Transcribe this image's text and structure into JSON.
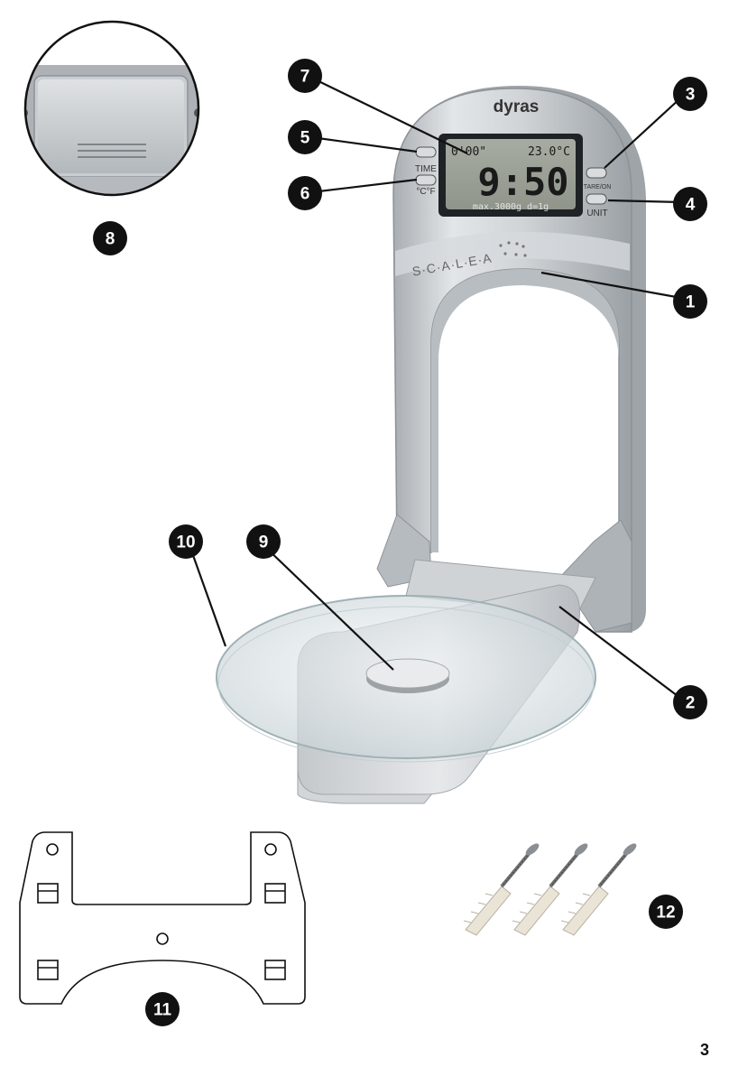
{
  "scale": {
    "brand": "dyras",
    "model": "S·C·A·L·E·A",
    "lcd": {
      "timer": "0'00\"",
      "temperature": "23.0°C",
      "main": "9:50",
      "info": "max.3000g  d=1g"
    },
    "buttons": {
      "time": "TIME",
      "temp_unit": "°C°F",
      "tare": "TARE/ON",
      "unit": "UNIT"
    }
  },
  "callouts": [
    {
      "id": "c1",
      "number": "1"
    },
    {
      "id": "c2",
      "number": "2"
    },
    {
      "id": "c3",
      "number": "3"
    },
    {
      "id": "c4",
      "number": "4"
    },
    {
      "id": "c5",
      "number": "5"
    },
    {
      "id": "c6",
      "number": "6"
    },
    {
      "id": "c7",
      "number": "7"
    },
    {
      "id": "c8",
      "number": "8"
    },
    {
      "id": "c9",
      "number": "9"
    },
    {
      "id": "c10",
      "number": "10"
    },
    {
      "id": "c11",
      "number": "11"
    },
    {
      "id": "c12",
      "number": "12"
    }
  ],
  "page": {
    "number": "3"
  }
}
